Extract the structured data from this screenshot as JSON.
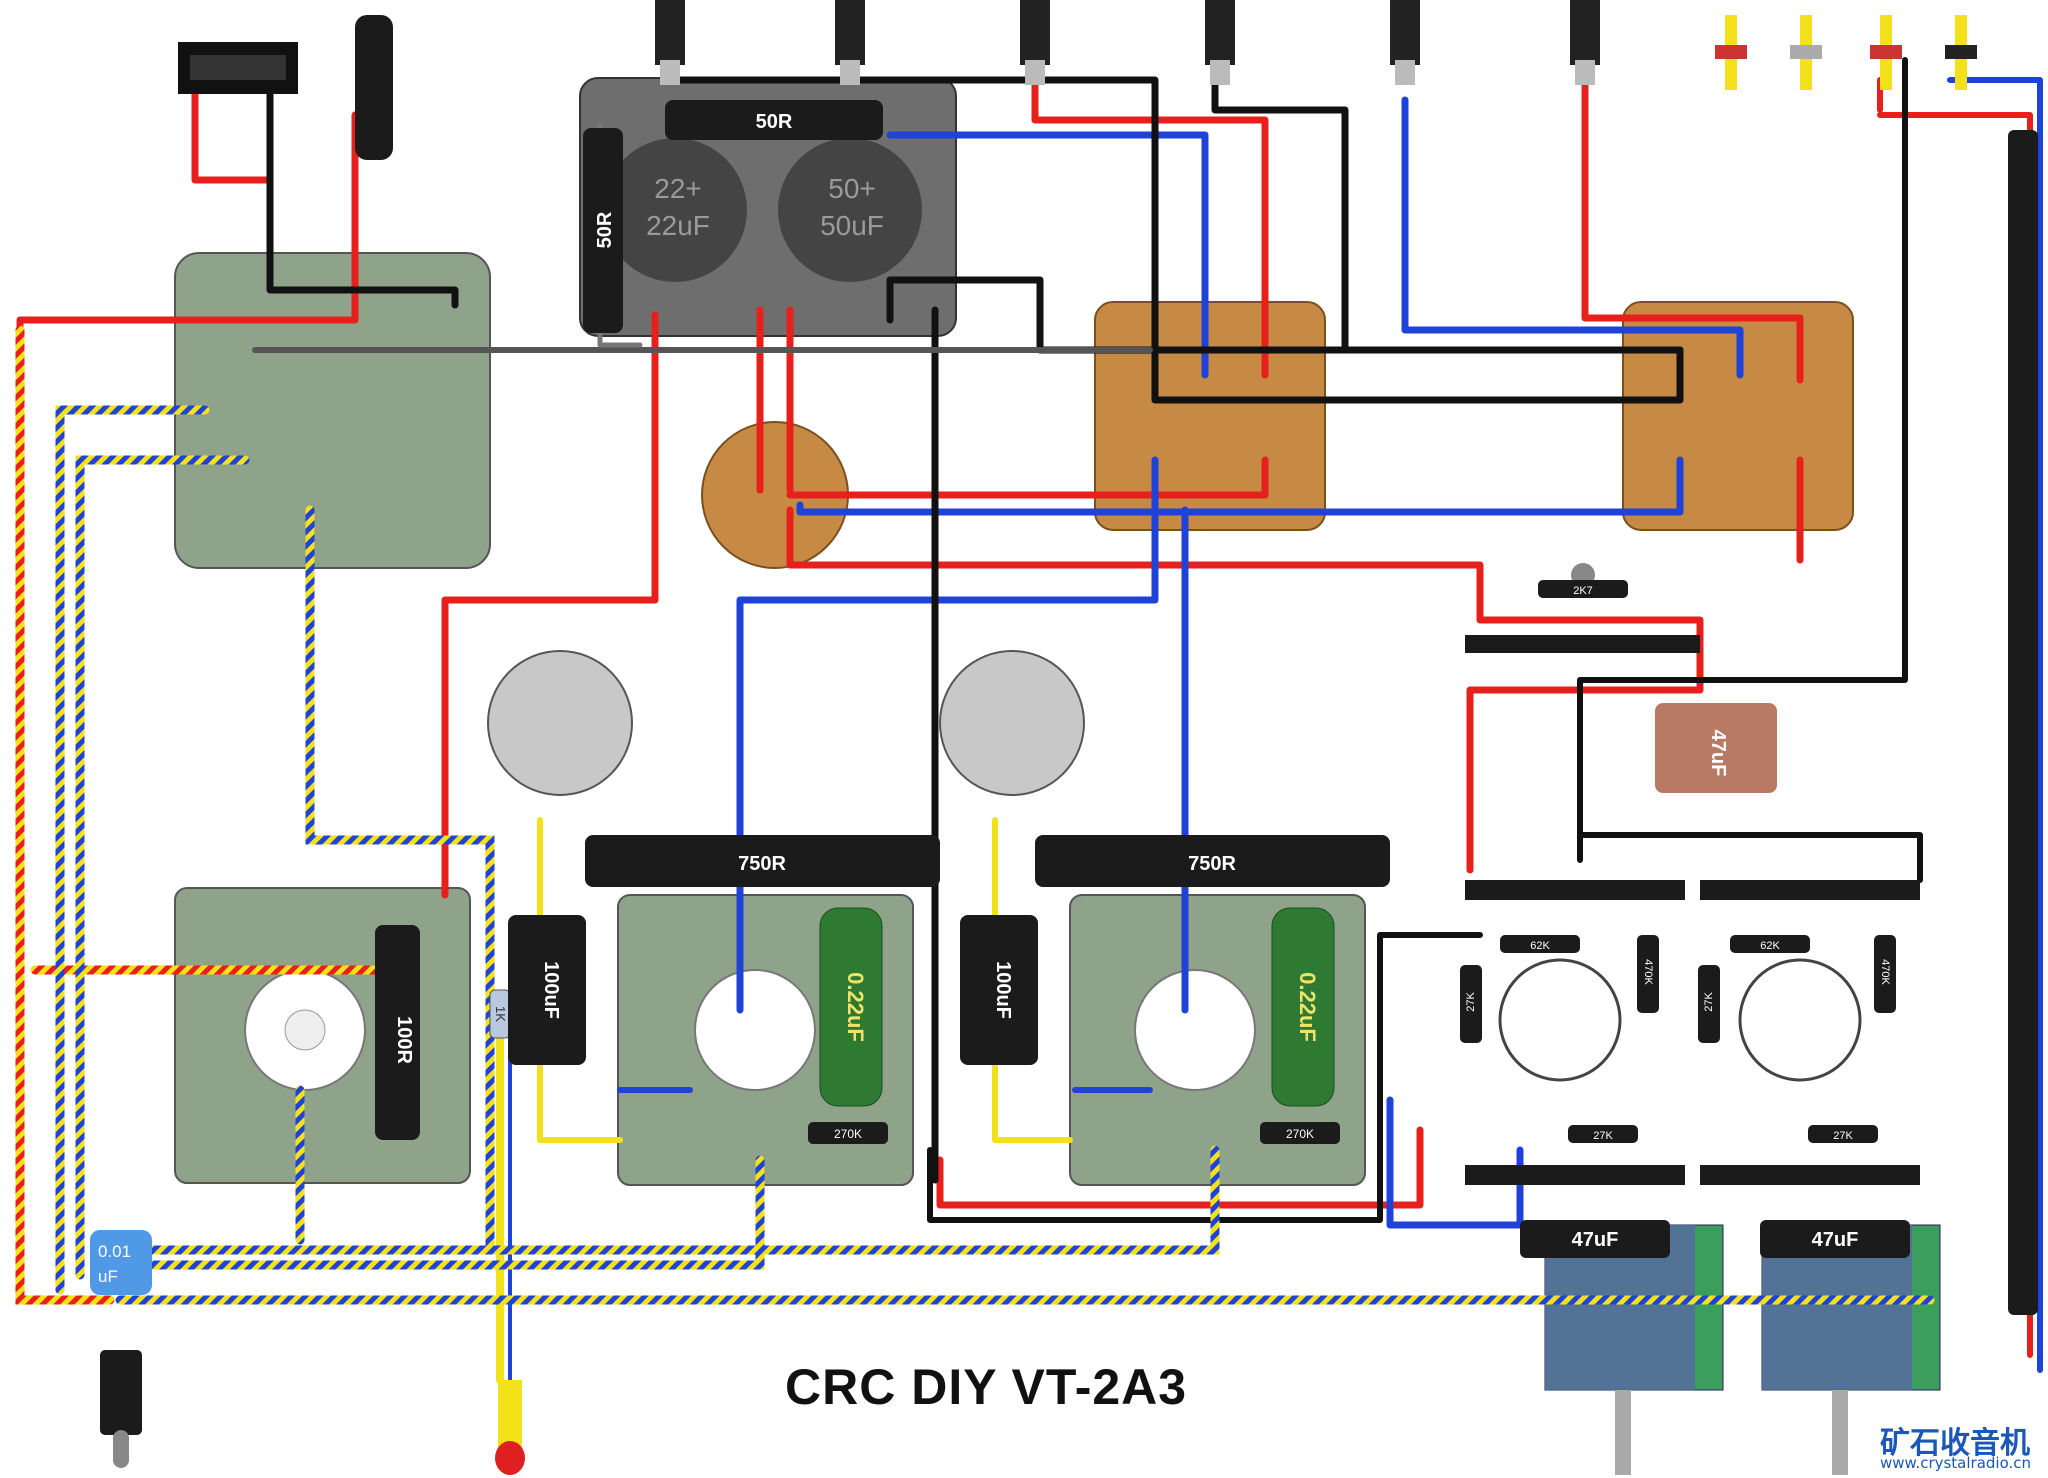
{
  "title": "CRC DIY VT-2A3",
  "watermark": {
    "cn": "矿石收音机",
    "url": "www.crystalradio.cn"
  },
  "labels": {
    "r_50r_h": "50R",
    "r_50r_v": "50R",
    "cap1_top": "22+",
    "cap1_bot": "22uF",
    "cap2_top": "50+",
    "cap2_bot": "50uF",
    "r_750r_a": "750R",
    "r_750r_b": "750R",
    "r_100r": "100R",
    "c_100uf_a": "100uF",
    "c_100uf_b": "100uF",
    "c_022_a": "0.22uF",
    "c_022_b": "0.22uF",
    "r_270k_a": "270K",
    "r_270k_b": "270K",
    "r_1k": "1K",
    "c_47uf_top": "47uF",
    "c_47uf_a": "47uF",
    "c_47uf_b": "47uF",
    "r_2k7": "2K7",
    "r_62k_a": "62K",
    "r_62k_b": "62K",
    "r_470k_a": "470K",
    "r_470k_b": "470K",
    "r_27k_a": "27K",
    "r_27k_b": "27K",
    "r_27k_c": "27K",
    "r_27k_d": "27K",
    "c_001_top": "0.01",
    "c_001_bot": "uF"
  },
  "colors": {
    "red": "#e8201c",
    "blue": "#1f43d8",
    "black": "#111111",
    "yellow": "#f3e21a",
    "grey_board": "#8fa38b",
    "brown_board": "#c78a45",
    "dark_board": "#707070"
  }
}
